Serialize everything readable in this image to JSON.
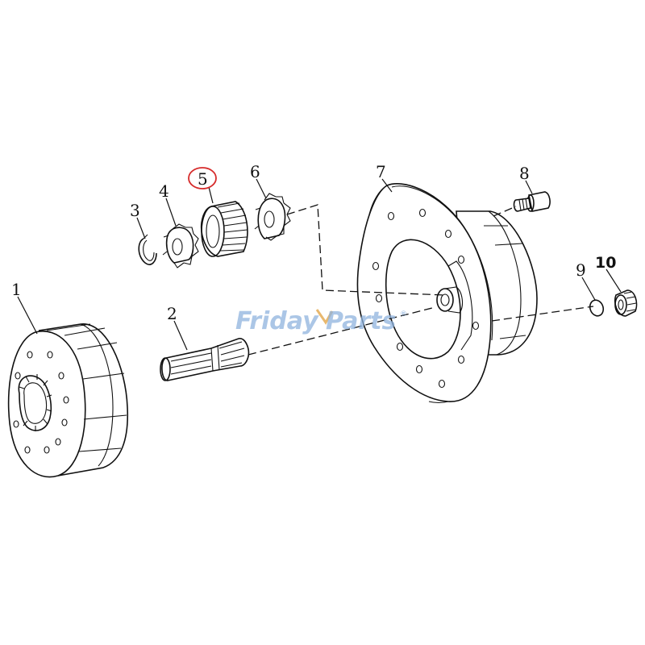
{
  "diagram": {
    "parts": [
      {
        "id": "1",
        "label": "1"
      },
      {
        "id": "2",
        "label": "2"
      },
      {
        "id": "3",
        "label": "3"
      },
      {
        "id": "4",
        "label": "4"
      },
      {
        "id": "5",
        "label": "5",
        "highlighted": true
      },
      {
        "id": "6",
        "label": "6"
      },
      {
        "id": "7",
        "label": "7"
      },
      {
        "id": "8",
        "label": "8"
      },
      {
        "id": "9",
        "label": "9"
      },
      {
        "id": "10",
        "label": "10"
      }
    ],
    "highlight_color": "#d62b2b"
  },
  "watermark": {
    "left": "Friday",
    "right": "Parts",
    "mark": "®",
    "color": "#8fb3dd"
  }
}
